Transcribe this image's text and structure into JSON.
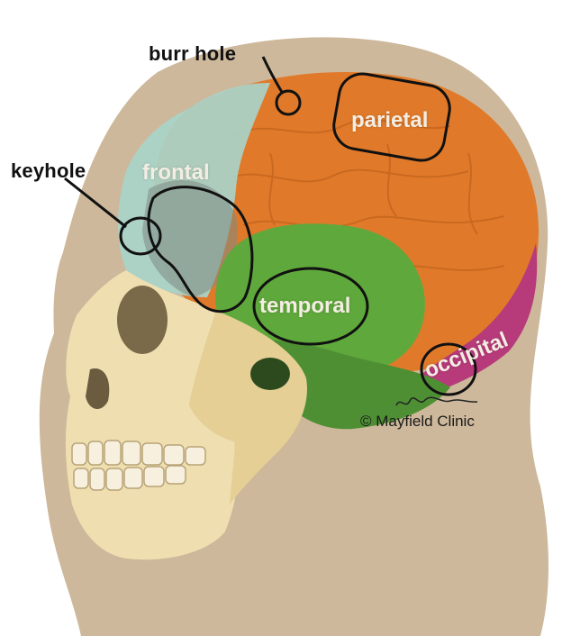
{
  "labels": {
    "burr_hole": "burr hole",
    "keyhole": "keyhole",
    "frontal": "frontal",
    "parietal": "parietal",
    "temporal": "temporal",
    "occipital": "occipital"
  },
  "credit": "© Mayfield Clinic",
  "colors": {
    "head_silhouette": "#cdb89b",
    "frontal_bone": "#a9d3c9",
    "parietal_bone": "#e07a2a",
    "temporal_bone": "#5fa83c",
    "occipital_bone": "#b73a7a",
    "facial_skull": "#efdfb0",
    "outline": "#111111"
  }
}
